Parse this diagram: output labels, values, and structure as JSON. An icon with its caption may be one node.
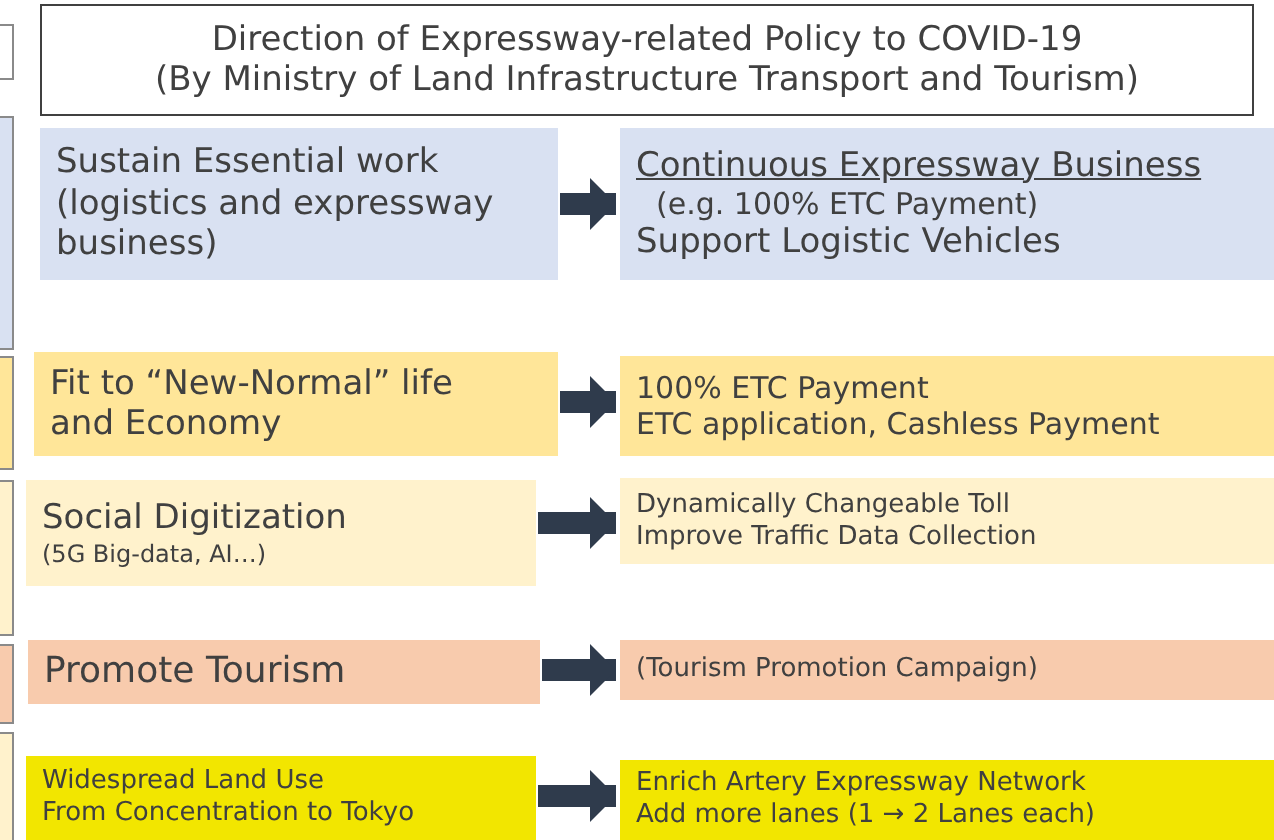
{
  "diagram": {
    "nodes": [
      {
        "text": [
          "Direction of Expressway-related Policy to COVID-19",
          "(By Ministry of Land Infrastructure Transport and Tourism)"
        ]
      },
      {
        "text": [
          "Sustain Essential work (logistics and expressway business)"
        ]
      },
      {
        "text": [
          "Continuous Expressway Business",
          "(e.g. 100% ETC Payment)",
          "Support Logistic Vehicles"
        ]
      },
      {
        "text": [
          "Fit to “New-Normal” life and Economy"
        ]
      },
      {
        "text": [
          "100% ETC Payment",
          "ETC application, Cashless Payment"
        ]
      },
      {
        "text": [
          "Social Digitization",
          "(5G Big-data, AI…)"
        ]
      },
      {
        "text": [
          "Dynamically Changeable Toll",
          "Improve Traffic Data Collection"
        ]
      },
      {
        "text": [
          "Promote Tourism"
        ]
      },
      {
        "text": [
          "(Tourism Promotion Campaign)"
        ]
      },
      {
        "text": [
          "Widespread Land Use",
          "From Concentration to Tokyo"
        ]
      },
      {
        "text": [
          "Enrich Artery Expressway Network",
          "Add more lanes (1 → 2 Lanes each)"
        ]
      }
    ],
    "edges": [
      {
        "from": 1,
        "to": 2,
        "arrow": "to"
      },
      {
        "from": 3,
        "to": 4,
        "arrow": "to"
      },
      {
        "from": 5,
        "to": 6,
        "arrow": "to"
      },
      {
        "from": 7,
        "to": 8,
        "arrow": "to"
      },
      {
        "from": 9,
        "to": 10,
        "arrow": "to"
      }
    ]
  }
}
